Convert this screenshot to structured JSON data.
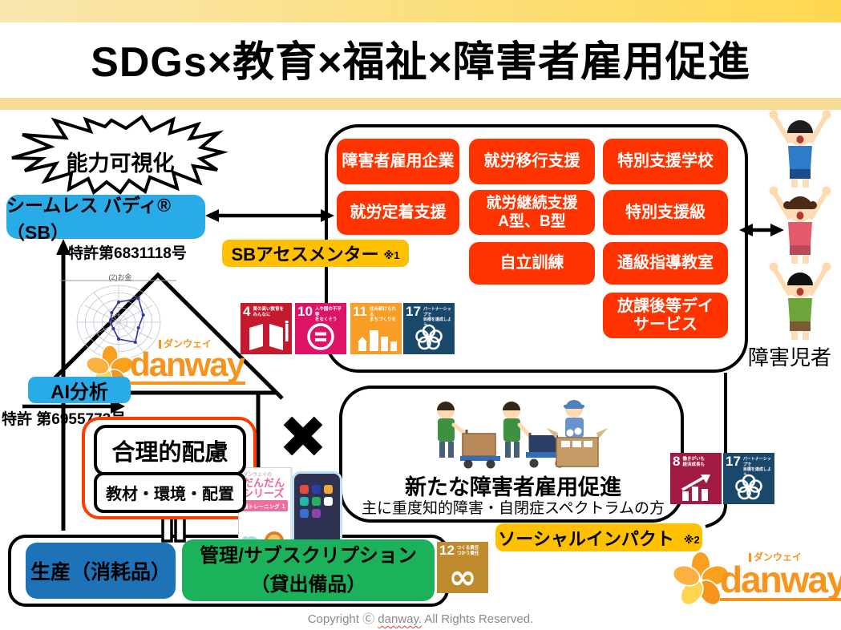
{
  "title": "SDGs×教育×福祉×障害者雇用促進",
  "burst": {
    "label": "能力可視化"
  },
  "seamless_buddy": {
    "label": "シームレス バディ®（SB）",
    "patent": "特許第6831118号"
  },
  "sb_assessmentor": {
    "label": "SBアセスメンター",
    "note": "※1"
  },
  "ai_analysis": {
    "label": "AI分析",
    "patent": "特許 第6955773号"
  },
  "reasonable_accommodation": {
    "title": "合理的配慮",
    "subtitle": "教材・環境・配置"
  },
  "support_boxes": [
    {
      "text": "障害者雇用企業"
    },
    {
      "text": "就労移行支援"
    },
    {
      "text": "特別支援学校"
    },
    {
      "text": "就労定着支援"
    },
    {
      "text": "就労継続支援\nA型、B型"
    },
    {
      "text": "特別支援級"
    },
    {
      "text": "自立訓練"
    },
    {
      "text": "通級指導教室"
    },
    {
      "text": "放課後等デイ\nサービス"
    }
  ],
  "disabled_children_label": "障害児者",
  "employment_promotion": {
    "title": "新たな障害者雇用促進",
    "subtitle": "主に重度知的障害・自閉症スペクトラムの方"
  },
  "social_impact": {
    "label": "ソーシャルインパクト",
    "note": "※2"
  },
  "production_box": {
    "label": "生産（消耗品）"
  },
  "management_box": {
    "label": "管理/サブスクリプション\n（貸出備品）"
  },
  "radar_chart": {
    "title": "(2)お金"
  },
  "dandan_book": {
    "brand_note": "ダンウェイの",
    "series": "だんだん\nシリーズ",
    "banner": "脳トレーニング １"
  },
  "brand": {
    "name": "danway",
    "kana": "ダンウェイ"
  },
  "sdg_icons": {
    "goal4": {
      "num": "4",
      "label": "質の高い教育を\nみんなに",
      "color": "#C5192D",
      "glyph": "book-icon"
    },
    "goal10": {
      "num": "10",
      "label": "人や国の不平等\nをなくそう",
      "color": "#DD1367",
      "glyph": "equality-icon"
    },
    "goal11": {
      "num": "11",
      "label": "住み続けられる\nまちづくりを",
      "color": "#F99D26",
      "glyph": "city-icon"
    },
    "goal17": {
      "num": "17",
      "label": "パートナーシップで\n目標を達成しよう",
      "color": "#19486A",
      "glyph": "rings-icon"
    },
    "goal8": {
      "num": "8",
      "label": "働きがいも\n経済成長も",
      "color": "#A21942",
      "glyph": "growth-icon"
    },
    "goal12": {
      "num": "12",
      "label": "つくる責任\nつかう責任",
      "color": "#BF8B2E",
      "glyph": "infinity-icon"
    }
  },
  "footer": {
    "copyright_prefix": "Copyright Ⓒ ",
    "brand": "danway.",
    "copyright_suffix": " All Rights Reserved."
  },
  "colors": {
    "accent_blue": "#29ABE8",
    "deep_blue": "#1E73B8",
    "green": "#1CB25B",
    "red_box": "#FF3300",
    "gold": "#FFC000",
    "brand_orange": "#F7941D",
    "bar_yellow": "#F5DB96"
  }
}
